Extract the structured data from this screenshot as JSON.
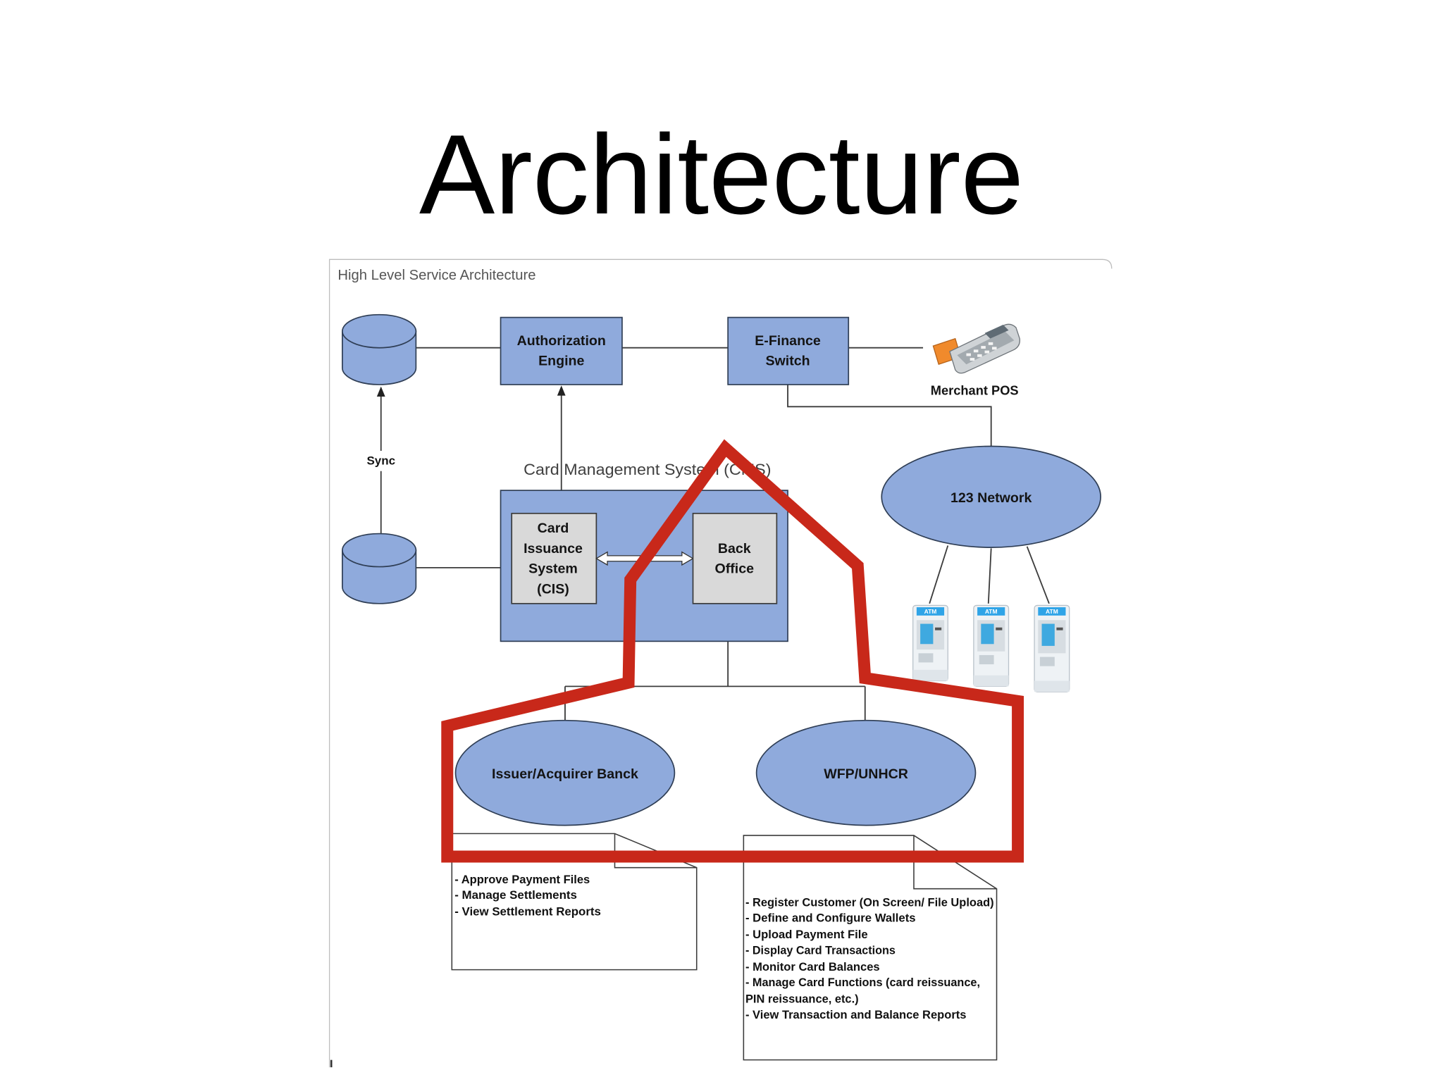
{
  "slide": {
    "title": "Architecture"
  },
  "diagram": {
    "caption": "High Level Service Architecture",
    "nodes": {
      "authorization_engine": [
        "Authorization",
        "Engine"
      ],
      "efinance_switch": [
        "E-Finance",
        "Switch"
      ],
      "merchant_pos": "Merchant POS",
      "network": "123 Network",
      "cms": "Card Management System (CMS)",
      "cis": [
        "Card",
        "Issuance",
        "System",
        "(CIS)"
      ],
      "back_office": [
        "Back",
        "Office"
      ],
      "issuer_bank": "Issuer/Acquirer Banck",
      "wfp": "WFP/UNHCR",
      "atm_label": "ATM"
    },
    "sync_label": "Sync",
    "notes": {
      "issuer": [
        "- Approve Payment Files",
        "- Manage Settlements",
        "- View Settlement Reports"
      ],
      "wfp": [
        "- Register Customer (On Screen/ File Upload)",
        "- Define and Configure Wallets",
        "- Upload Payment File",
        "- Display Card Transactions",
        "- Monitor Card Balances",
        "- Manage Card Functions (card reissuance,",
        "PIN reissuance, etc.)",
        "- View Transaction and Balance Reports"
      ]
    }
  },
  "colors": {
    "node_fill": "#8FAADC",
    "subsystem_fill": "#D9D9D9",
    "highlight_outline": "#C8281A"
  }
}
